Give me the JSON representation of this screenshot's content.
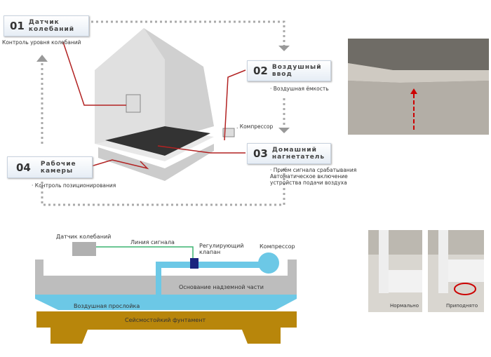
{
  "steps": [
    {
      "num": "01",
      "title1": "Датчик",
      "title2": "колебаний",
      "caption": "Контроль уровня колебаний"
    },
    {
      "num": "02",
      "title1": "Воздушный",
      "title2": "ввод",
      "caption": "· Воздушная ёмкость"
    },
    {
      "num": "03",
      "title1": "Домашний",
      "title2": "нагнетатель",
      "caption1": "· Приём сигнала срабатывания",
      "caption2": "Автоматическое включение",
      "caption3": "устройства подачи воздуха"
    },
    {
      "num": "04",
      "title1": "Рабочие",
      "title2": "камеры",
      "caption": "· Контроль позиционирования"
    }
  ],
  "compressor_note": ". Компрессор",
  "section": {
    "sensor": "Датчик колебаний",
    "signal_line": "Линия сигнала",
    "valve1": "Регулирующий",
    "valve2": "клапан",
    "compressor": "Компрессор",
    "base": "Основание надземной части",
    "air_layer": "Воздушная прослойка",
    "foundation": "Сейсмостойкий фунтамент"
  },
  "photos": {
    "normal": "Нормально",
    "lifted": "Приподнято"
  },
  "colors": {
    "air": "#6cc8e6",
    "foundation": "#b8860b",
    "base": "#bdbdbd",
    "red": "#b22222"
  }
}
